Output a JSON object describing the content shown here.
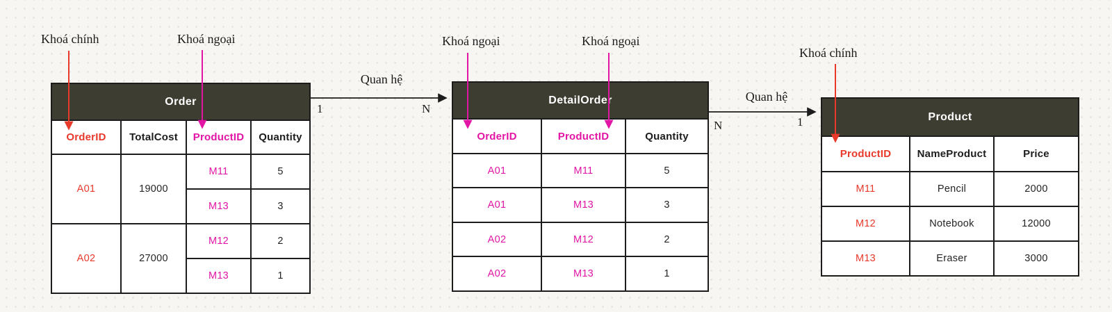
{
  "annotations": {
    "order_primary_key": "Khoá chính",
    "order_foreign_key": "Khoá ngoại",
    "detail_order_id_fk": "Khoá ngoại",
    "detail_product_id_fk": "Khoá ngoại",
    "product_primary_key": "Khoá chính"
  },
  "relations": {
    "order_detail": {
      "label": "Quan hệ",
      "left_cardinality": "1",
      "right_cardinality": "N"
    },
    "detail_product": {
      "label": "Quan hệ",
      "left_cardinality": "N",
      "right_cardinality": "1"
    }
  },
  "tables": {
    "order": {
      "title": "Order",
      "columns": [
        "OrderID",
        "TotalCost",
        "ProductID",
        "Quantity"
      ],
      "groups": [
        {
          "order_id": "A01",
          "total_cost": "19000",
          "items": [
            {
              "product_id": "M11",
              "quantity": "5"
            },
            {
              "product_id": "M13",
              "quantity": "3"
            }
          ]
        },
        {
          "order_id": "A02",
          "total_cost": "27000",
          "items": [
            {
              "product_id": "M12",
              "quantity": "2"
            },
            {
              "product_id": "M13",
              "quantity": "1"
            }
          ]
        }
      ]
    },
    "detail_order": {
      "title": "DetailOrder",
      "columns": [
        "OrderID",
        "ProductID",
        "Quantity"
      ],
      "rows": [
        {
          "order_id": "A01",
          "product_id": "M11",
          "quantity": "5"
        },
        {
          "order_id": "A01",
          "product_id": "M13",
          "quantity": "3"
        },
        {
          "order_id": "A02",
          "product_id": "M12",
          "quantity": "2"
        },
        {
          "order_id": "A02",
          "product_id": "M13",
          "quantity": "1"
        }
      ]
    },
    "product": {
      "title": "Product",
      "columns": [
        "ProductID",
        "NameProduct",
        "Price"
      ],
      "rows": [
        {
          "product_id": "M11",
          "name": "Pencil",
          "price": "2000"
        },
        {
          "product_id": "M12",
          "name": "Notebook",
          "price": "12000"
        },
        {
          "product_id": "M13",
          "name": "Eraser",
          "price": "3000"
        }
      ]
    }
  },
  "colors": {
    "primary_key": "#e8392b",
    "foreign_key": "#e215a5",
    "table_header_bg": "#3d3d31",
    "border": "#1c1c1c",
    "background": "#f7f6f3"
  }
}
